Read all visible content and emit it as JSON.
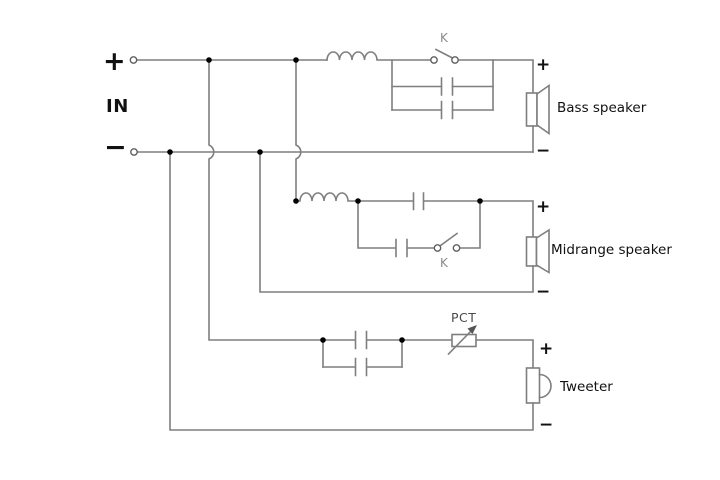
{
  "colors": {
    "background": "#ffffff",
    "wire": "#7f7f7f",
    "dot": "#000000",
    "terminal_stroke": "#5f5f5f",
    "text": "#111111",
    "k_label": "#8a8a8a",
    "pct_label": "#4a4a4a",
    "arrow": "#555555"
  },
  "input": {
    "plus": "+",
    "label": "IN",
    "minus": "−"
  },
  "bass": {
    "switch_label": "K",
    "plus": "+",
    "minus": "−",
    "label": "Bass speaker"
  },
  "midrange": {
    "switch_label": "K",
    "plus": "+",
    "minus": "−",
    "label": "Midrange speaker"
  },
  "tweeter": {
    "pct_label": "PCT",
    "plus": "+",
    "minus": "−",
    "label": "Tweeter"
  }
}
